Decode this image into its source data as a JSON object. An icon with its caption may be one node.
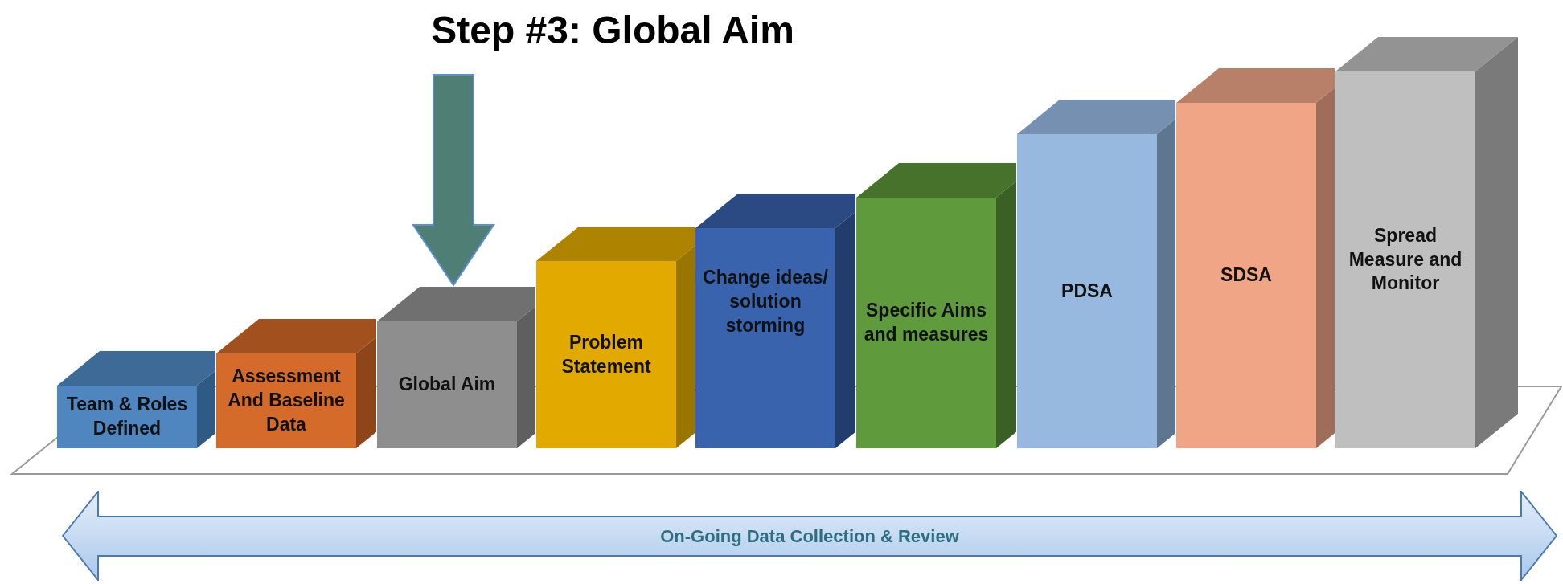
{
  "diagram": {
    "title": "Step #3: Global Aim",
    "nodes": [
      {
        "text": [
          "Team & Roles Defined"
        ]
      },
      {
        "text": [
          "Assessment And Baseline Data"
        ]
      },
      {
        "text": [
          "Global Aim"
        ]
      },
      {
        "text": [
          "Problem Statement"
        ]
      },
      {
        "text": [
          "Change ideas/ solution storming"
        ]
      },
      {
        "text": [
          "Specific Aims and measures"
        ]
      },
      {
        "text": [
          "PDSA"
        ]
      },
      {
        "text": [
          "SDSA"
        ]
      },
      {
        "text": [
          "Spread Measure and Monitor"
        ]
      },
      {
        "text": [
          "On-Going Data Collection & Review"
        ]
      }
    ],
    "edges": [
      {
        "from": null,
        "to": 2,
        "arrow": "to"
      }
    ]
  }
}
